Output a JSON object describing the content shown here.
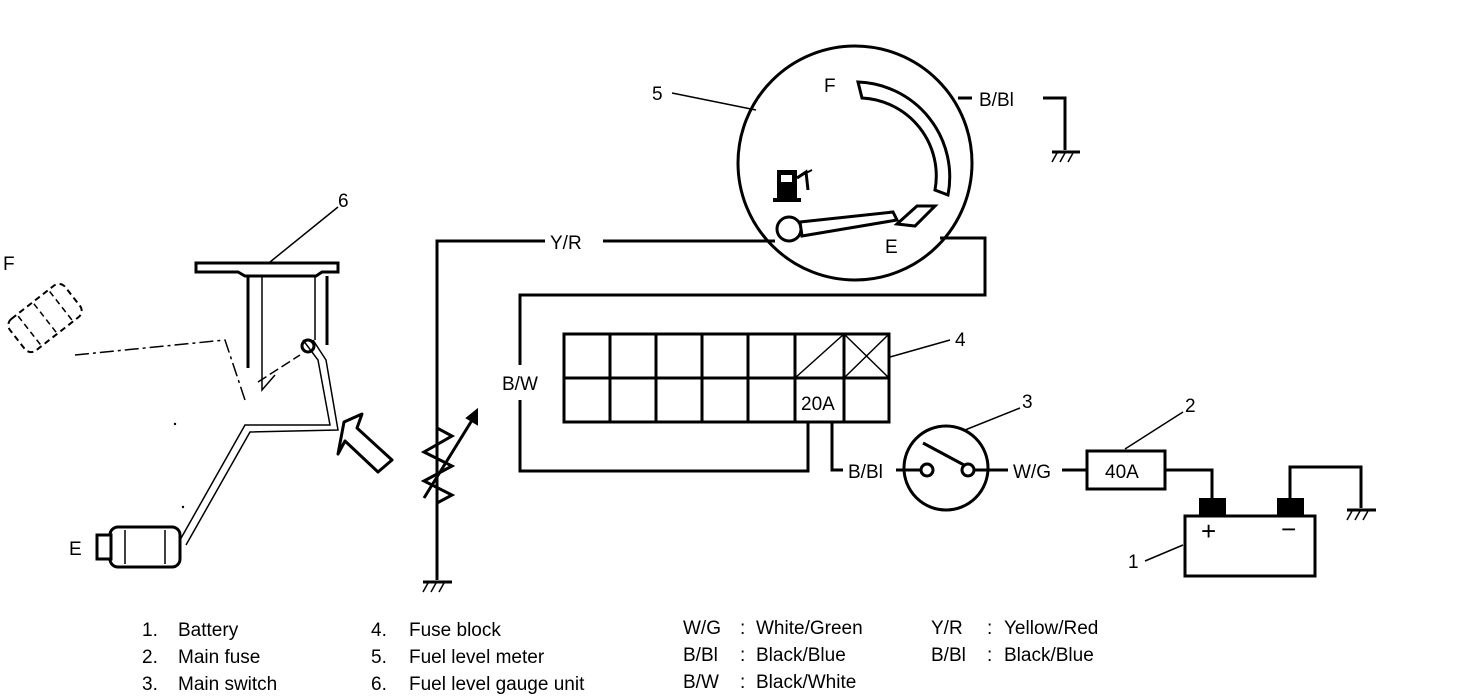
{
  "labels": {
    "component_5": "5",
    "component_6": "6",
    "component_4": "4",
    "component_3": "3",
    "component_2": "2",
    "component_1": "1",
    "gauge_full": "F",
    "gauge_empty": "E",
    "float_full": "F",
    "float_empty": "E",
    "wire_bbl_meter": "B/Bl",
    "wire_yr": "Y/R",
    "wire_bw": "B/W",
    "wire_bbl_switch": "B/Bl",
    "wire_wg": "W/G",
    "fuse_20a": "20A",
    "fuse_40a": "40A",
    "battery_plus": "+",
    "battery_minus": "−"
  },
  "legend": {
    "components": [
      {
        "num": "1.",
        "name": "Battery"
      },
      {
        "num": "2.",
        "name": "Main fuse"
      },
      {
        "num": "3.",
        "name": "Main switch"
      },
      {
        "num": "4.",
        "name": "Fuse block"
      },
      {
        "num": "5.",
        "name": "Fuel level meter"
      },
      {
        "num": "6.",
        "name": "Fuel level gauge unit"
      }
    ],
    "colors": [
      {
        "code": "W/G",
        "sep": ":",
        "name": "White/Green"
      },
      {
        "code": "B/Bl",
        "sep": ":",
        "name": "Black/Blue"
      },
      {
        "code": "B/W",
        "sep": ":",
        "name": "Black/White"
      },
      {
        "code": "Y/R",
        "sep": ":",
        "name": "Yellow/Red"
      },
      {
        "code": "B/Bl",
        "sep": ":",
        "name": "Black/Blue"
      }
    ]
  }
}
